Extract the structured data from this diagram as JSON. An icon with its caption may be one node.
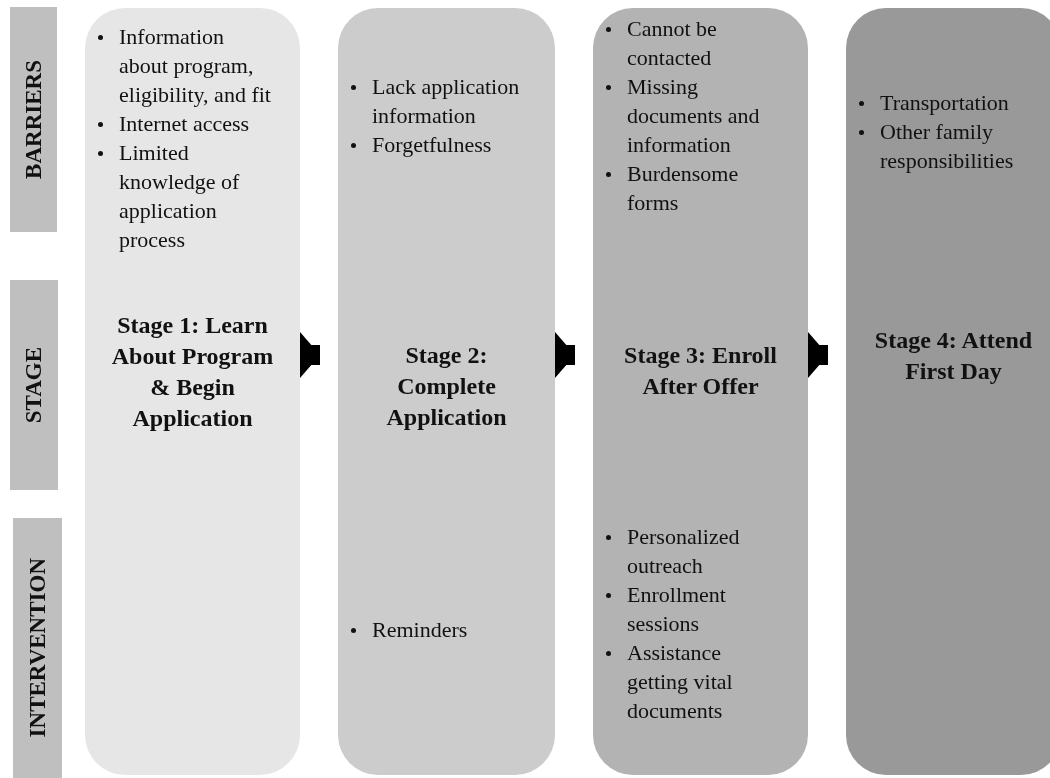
{
  "diagram": {
    "nodes": [
      {
        "text": [
          "BARRIERS"
        ]
      },
      {
        "text": [
          "STAGE"
        ]
      },
      {
        "text": [
          "INTERVENTION"
        ]
      },
      {
        "text": [
          "Information about program, eligibility, and fit",
          "Internet access",
          "Limited knowledge of application process",
          "Stage 1: Learn About Program & Begin Application"
        ]
      },
      {
        "text": [
          "Lack application information",
          "Forgetfulness",
          "Stage 2: Complete Application",
          "Reminders"
        ]
      },
      {
        "text": [
          "Cannot be contacted",
          "Missing documents and information",
          "Burdensome forms",
          "Stage 3: Enroll After Offer",
          "Personalized outreach",
          "Enrollment sessions",
          "Assistance getting vital documents"
        ]
      },
      {
        "text": [
          "Transportation",
          "Other family responsibilities",
          "Stage 4: Attend First Day"
        ]
      }
    ],
    "edges": [
      {
        "from": 3,
        "to": 4,
        "arrow": "to"
      },
      {
        "from": 4,
        "to": 5,
        "arrow": "to"
      },
      {
        "from": 5,
        "to": 6,
        "arrow": "to"
      }
    ]
  }
}
